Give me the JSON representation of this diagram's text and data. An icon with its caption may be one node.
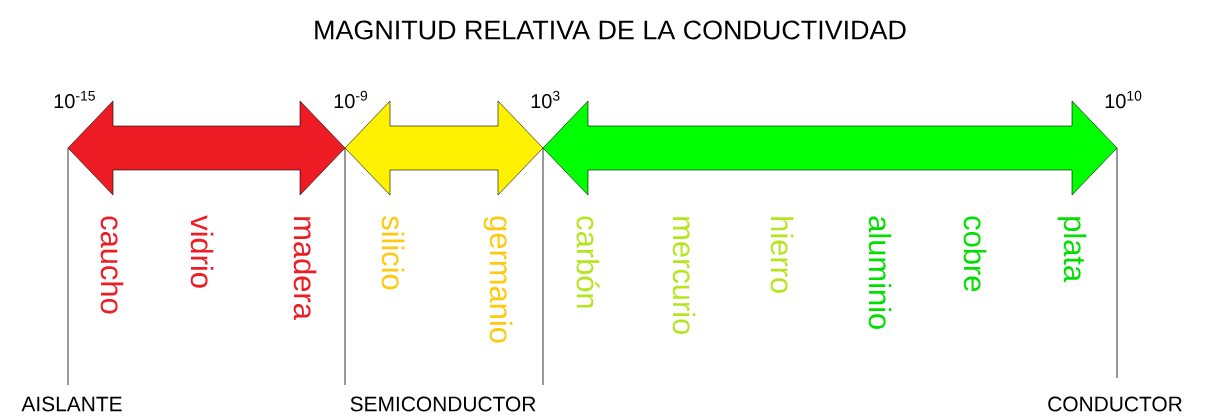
{
  "diagram": {
    "title": "MAGNITUD RELATIVA DE LA CONDUCTIVIDAD",
    "labels": [
      "10$^{-15}$",
      "10$^{-9}$",
      "10$^{3}$",
      "10$^{10}$",
      "caucho",
      "vidrio",
      "madera",
      "silicio",
      "germanio",
      "carbón",
      "mercurio",
      "hierro",
      "aluminio",
      "cobre",
      "plata",
      "AISLANTE",
      "SEMICONDUCTOR",
      "CONDUCTOR"
    ]
  }
}
